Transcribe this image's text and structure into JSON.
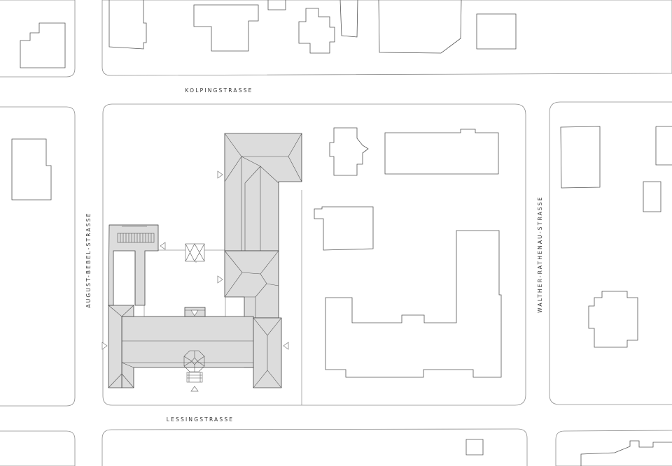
{
  "streets": {
    "north": "KOLPINGSTRASSE",
    "south": "LESSINGSTRASSE",
    "west": "AUGUST-BEBEL-STRASSE",
    "east": "WALTHER-RATHENAU-STRASSE"
  },
  "colors": {
    "highlighted_building_fill": "#dcdcdc",
    "outline": "#555555",
    "block_outline": "#8c8c8c",
    "background": "#ffffff"
  }
}
